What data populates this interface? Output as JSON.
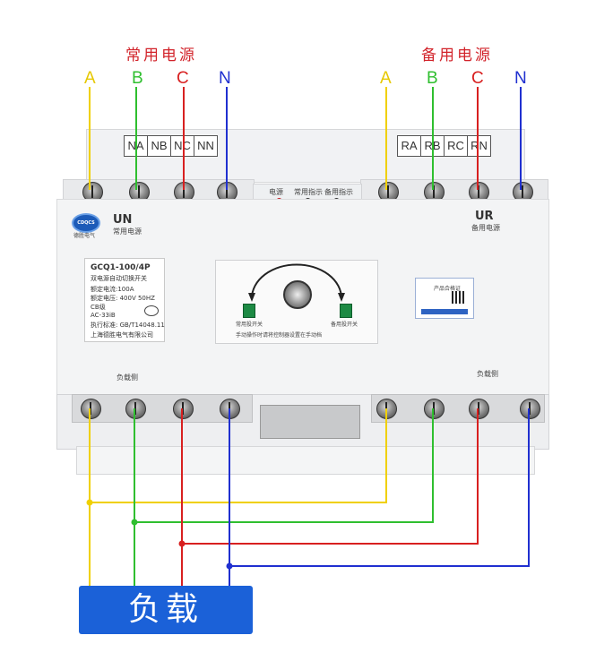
{
  "source_left": {
    "title": "常用电源",
    "labels": [
      "NA",
      "NB",
      "NC",
      "NN"
    ]
  },
  "source_right": {
    "title": "备用电源",
    "labels": [
      "RA",
      "RB",
      "RC",
      "RN"
    ]
  },
  "phases": {
    "a": "A",
    "b": "B",
    "c": "C",
    "n": "N"
  },
  "colors": {
    "a": "#f0d000",
    "b": "#2fbf2f",
    "c": "#d82020",
    "n": "#2030d0",
    "load_bg": "#1b61d8"
  },
  "device": {
    "un_label": "UN",
    "un_sub": "常用电源",
    "ur_label": "UR",
    "ur_sub": "备用电源",
    "indicators": [
      "电源",
      "常用指示",
      "备用指示"
    ],
    "load_side_left": "负载侧",
    "load_side_right": "负载侧",
    "brand_logo": "CDQCS",
    "brand_sub": "德胜电气",
    "nameplate": {
      "model": "GCQ1-100/4P",
      "name": "双电源自动切换开关",
      "current": "额定电流:100A",
      "voltage": "额定电压: 400V  50HZ",
      "class": "CB级",
      "category": "AC-33iB",
      "standard": "执行标准: GB/T14048.11",
      "maker": "上海德胜电气有限公司"
    },
    "switch_left": "常用投开关",
    "switch_right": "备用投开关",
    "warning": "手动操作时请将控制器设置在手动档",
    "cert_title": "产品合格证"
  },
  "load_label": "负载"
}
